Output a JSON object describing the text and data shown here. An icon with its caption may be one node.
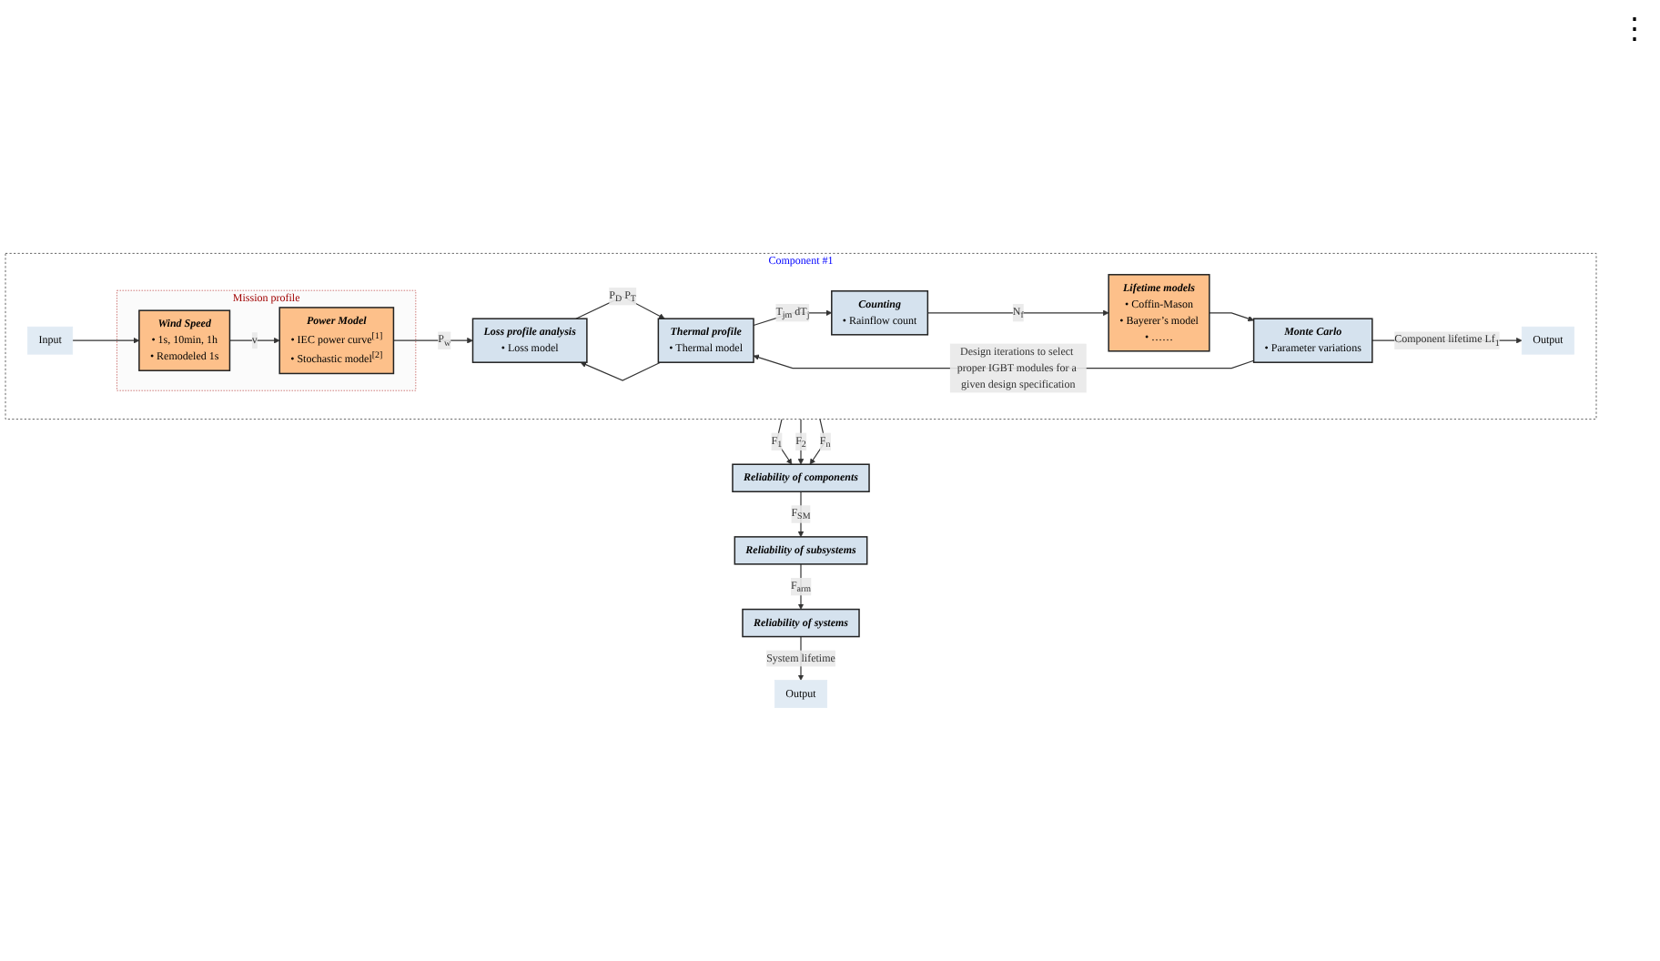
{
  "diagram": {
    "nodes": [
      {
        "text": [
          "Component #1"
        ]
      },
      {
        "text": [
          "Mission profile"
        ],
        "in": 0
      },
      {
        "text": [
          "Wind Speed",
          "• 1s, 10min, 1h",
          "• Remodeled 1s"
        ],
        "in": 1
      },
      {
        "text": [
          "Power Model",
          "• IEC power curve$^{[1]}$",
          "• Stochastic model$^{[2]}$"
        ],
        "in": 1
      },
      {
        "text": [
          "Loss profile analysis",
          "• Loss model"
        ],
        "in": 0
      },
      {
        "text": [
          "Thermal profile",
          "• Thermal model"
        ],
        "in": 0
      },
      {
        "text": [
          "Counting",
          "• Rainflow count"
        ],
        "in": 0
      },
      {
        "text": [
          "Lifetime models",
          "• Coffin-Mason",
          "• Bayerer’s model",
          "• ……"
        ],
        "in": 0
      },
      {
        "text": [
          "Monte Carlo",
          "• Parameter variations"
        ],
        "in": 0
      },
      {
        "text": [
          "Input"
        ],
        "in": 0
      },
      {
        "text": [
          "Output"
        ],
        "in": 0
      },
      {
        "text": [
          "Reliability of components"
        ]
      },
      {
        "text": [
          "Reliability of subsystems"
        ]
      },
      {
        "text": [
          "Reliability of systems"
        ]
      },
      {
        "text": [
          "Output"
        ]
      }
    ],
    "edges": [
      {
        "from": 9,
        "to": 2,
        "arrow": "to"
      },
      {
        "from": 2,
        "to": 3,
        "label": "v",
        "arrow": "to"
      },
      {
        "from": 3,
        "to": 4,
        "label": "P$_{w}$",
        "arrow": "to"
      },
      {
        "from": 4,
        "to": 5,
        "label": "P$_{D}$ P$_{T}$",
        "arrow": "to"
      },
      {
        "from": 5,
        "to": 6,
        "label": "T$_{jm}$ dT$_{j}$",
        "arrow": "to"
      },
      {
        "from": 5,
        "to": 4,
        "arrow": "to"
      },
      {
        "from": 6,
        "to": 7,
        "label": "N$_{f}$",
        "arrow": "to"
      },
      {
        "from": 7,
        "to": 8,
        "arrow": "to"
      },
      {
        "from": 8,
        "to": 10,
        "label": "Component lifetime Lf$_{1}$",
        "arrow": "to"
      },
      {
        "from": 8,
        "to": 5,
        "label": "Design iterations to select proper IGBT modules for a given design specification",
        "arrow": "to"
      },
      {
        "from": 0,
        "to": 11,
        "label": "F$_{1}$",
        "arrow": "to"
      },
      {
        "from": 0,
        "to": 11,
        "label": "F$_{2}$",
        "arrow": "to"
      },
      {
        "from": 0,
        "to": 11,
        "label": "F$_{n}$",
        "arrow": "to"
      },
      {
        "from": 11,
        "to": 12,
        "label": "F$_{SM}$",
        "arrow": "to"
      },
      {
        "from": 12,
        "to": 13,
        "label": "F$_{arm}$",
        "arrow": "to"
      },
      {
        "from": 13,
        "to": 14,
        "label": "System lifetime",
        "arrow": "to"
      }
    ],
    "labels": [
      "⋮"
    ]
  }
}
